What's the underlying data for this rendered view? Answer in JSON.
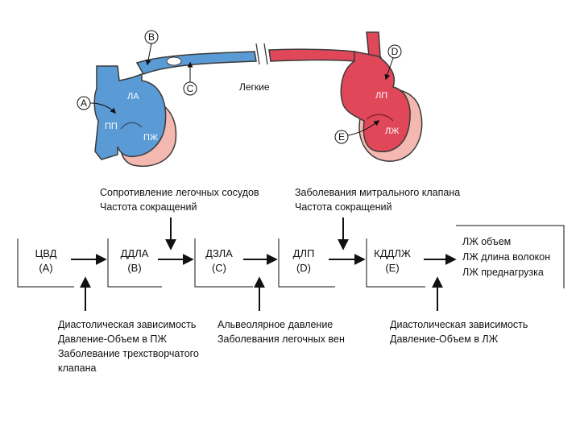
{
  "heart_labels": {
    "la": "ЛА",
    "ra": "ПП",
    "rv": "ПЖ",
    "lp": "ЛП",
    "lv": "ЛЖ",
    "lungs": "Легкие"
  },
  "markers": {
    "a": "A",
    "b": "B",
    "c": "C",
    "d": "D",
    "e": "E"
  },
  "chain": [
    {
      "name": "ЦВД",
      "code": "(A)"
    },
    {
      "name": "ДДЛА",
      "code": "(B)"
    },
    {
      "name": "ДЗЛА",
      "code": "(C)"
    },
    {
      "name": "ДЛП",
      "code": "(D)"
    },
    {
      "name": "КДДЛЖ",
      "code": "(E)"
    }
  ],
  "top_notes": {
    "left": [
      "Сопротивление легочных сосудов",
      "Частота сокращений"
    ],
    "right": [
      "Заболевания митрального клапана",
      "Частота сокращений"
    ]
  },
  "bottom_notes": {
    "first": [
      "Диастолическая зависимость",
      "Давление-Объем в ПЖ",
      "Заболевание трехстворчатого",
      "клапана"
    ],
    "second": [
      "Альвеолярное давление",
      "Заболевания легочных вен"
    ],
    "third": [
      "Диастолическая зависимость",
      "Давление-Объем в ЛЖ"
    ]
  },
  "outcome": [
    "ЛЖ объем",
    "ЛЖ длина волокон",
    "ЛЖ преднагрузка"
  ],
  "colors": {
    "right_heart": "#5b9bd5",
    "left_heart": "#e0485a",
    "heart_outline": "#3a3a3a",
    "myocardium": "#f4b8b0"
  }
}
